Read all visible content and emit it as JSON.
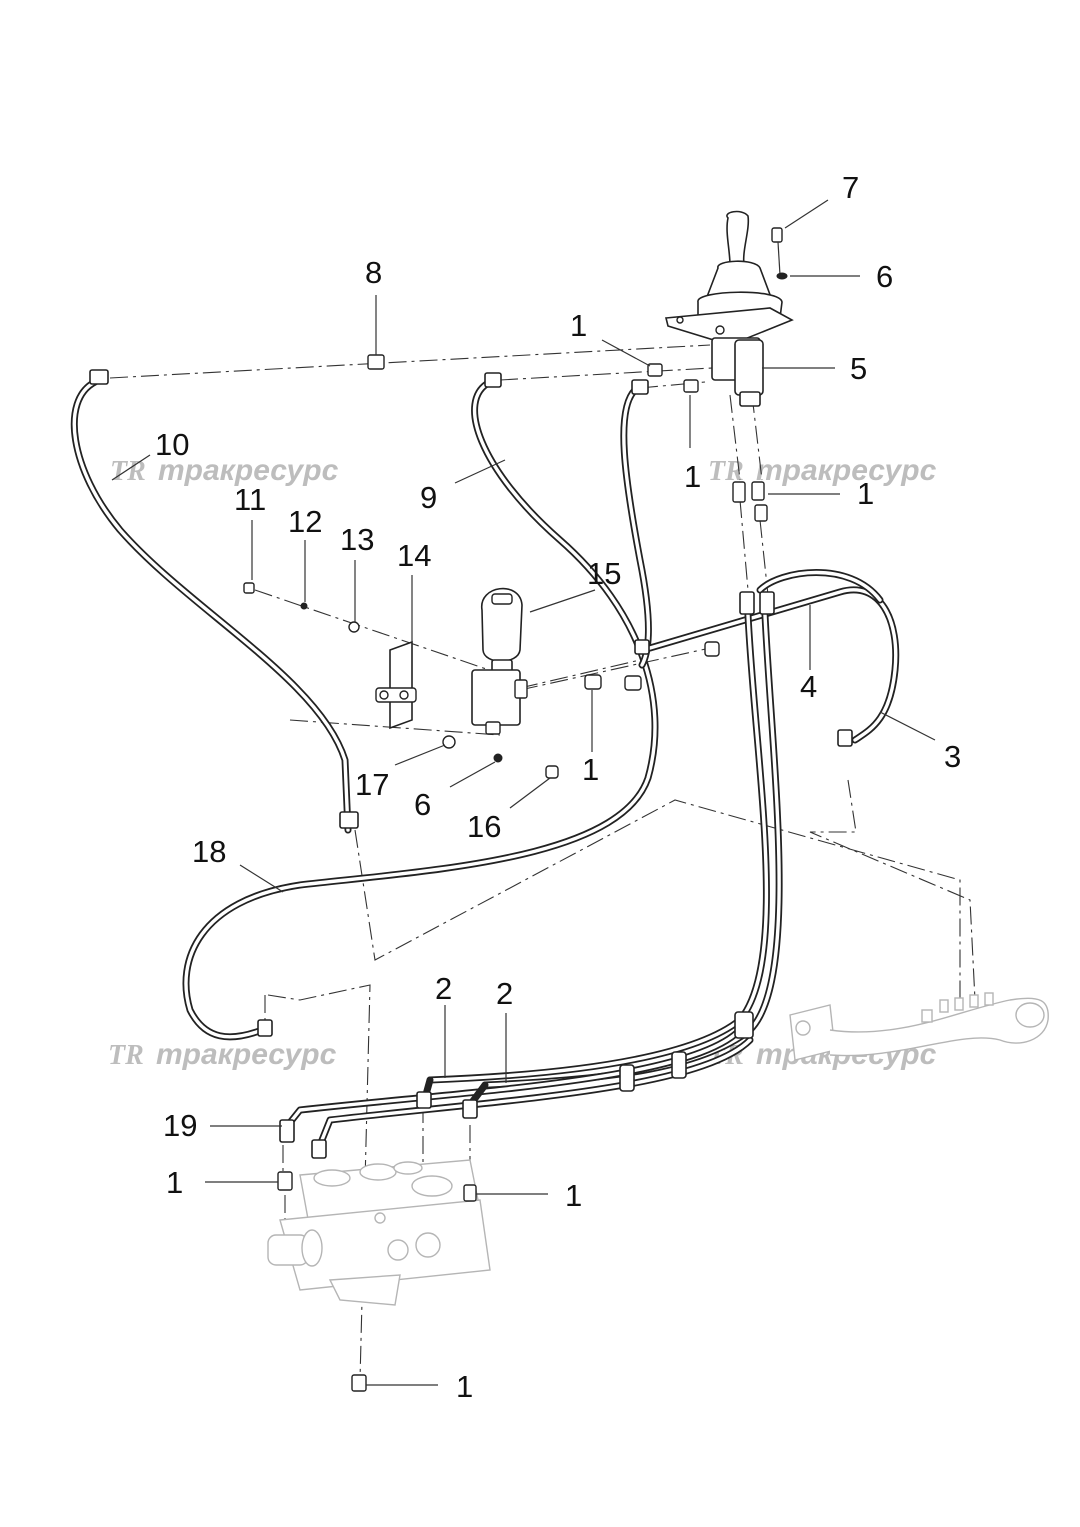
{
  "watermark": {
    "logo_text": "TR",
    "brand_text": "тракресурс"
  },
  "callouts": {
    "c7": "7",
    "c6_top": "6",
    "c8": "8",
    "c1_top": "1",
    "c5": "5",
    "c10": "10",
    "c9": "9",
    "c1_mid_left": "1",
    "c1_mid_right": "1",
    "c11": "11",
    "c12": "12",
    "c13": "13",
    "c14": "14",
    "c15": "15",
    "c4": "4",
    "c3": "3",
    "c1_center": "1",
    "c17": "17",
    "c6_low": "6",
    "c16": "16",
    "c18": "18",
    "c2_left": "2",
    "c2_right": "2",
    "c19": "19",
    "c1_valve_left": "1",
    "c1_valve_right": "1",
    "c1_bottom": "1"
  }
}
